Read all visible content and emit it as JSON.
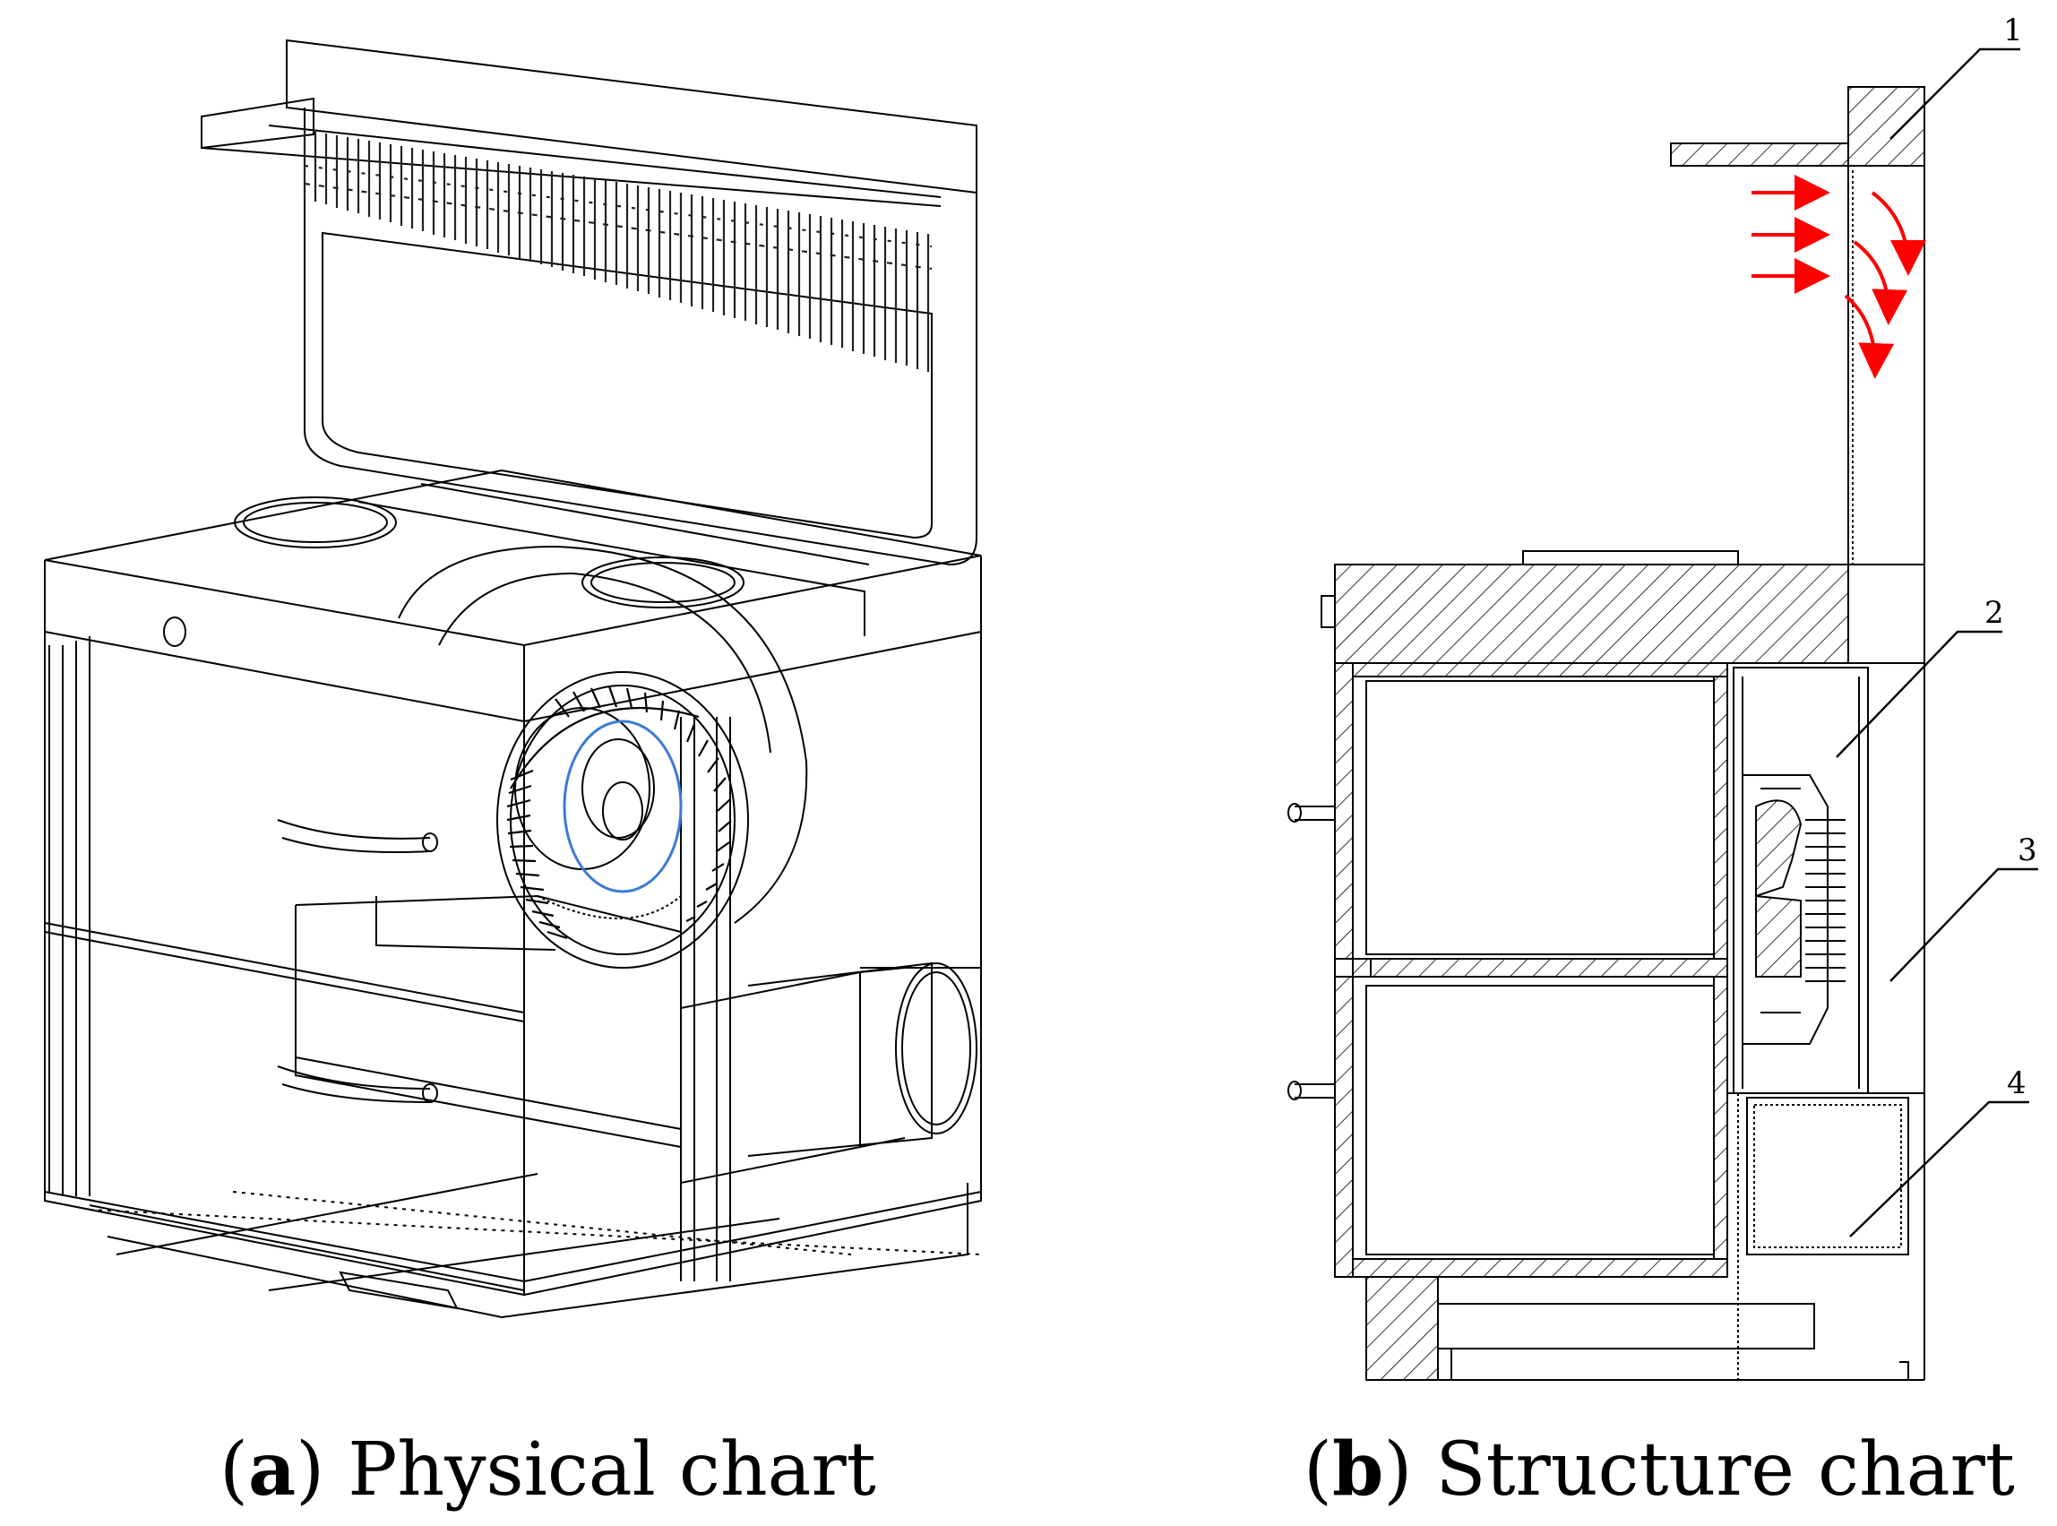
{
  "captions": {
    "a": {
      "letter": "a",
      "text": "Physical chart"
    },
    "b": {
      "letter": "b",
      "text": "Structure chart"
    }
  },
  "callouts": [
    "1",
    "2",
    "3",
    "4"
  ],
  "colors": {
    "line": "#000000",
    "airflow": "#ff0000",
    "blade": "#3a7bd5",
    "background": "#ffffff"
  }
}
